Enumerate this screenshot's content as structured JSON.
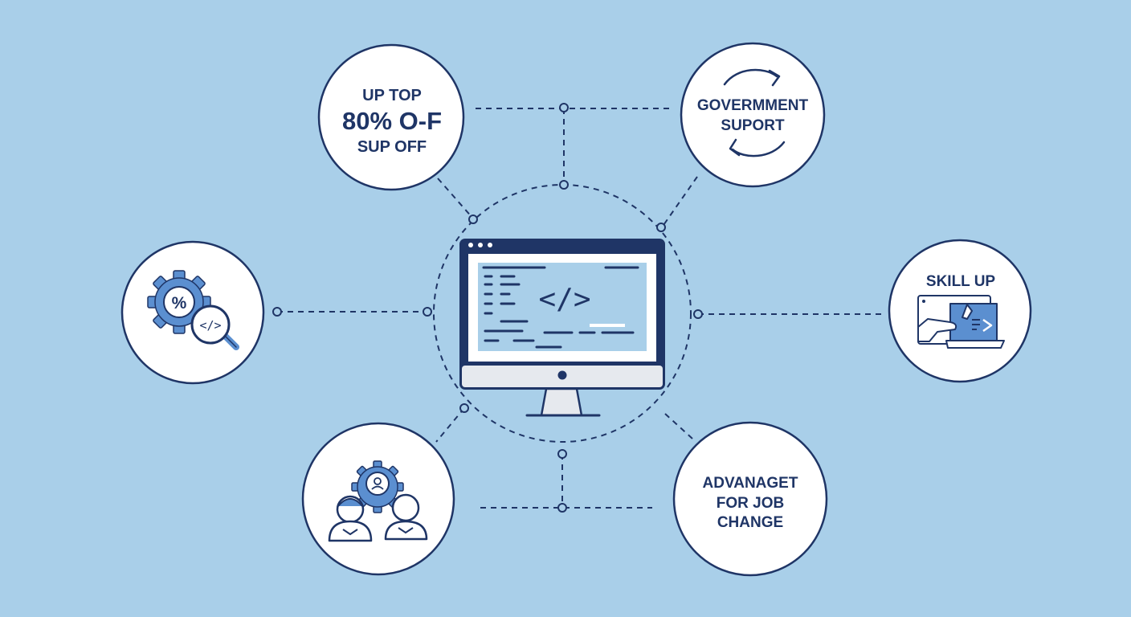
{
  "colors": {
    "background": "#a9cfe9",
    "navy": "#1f3566",
    "accent_blue": "#5b8fd0",
    "circle_fill": "#ffffff",
    "screen_fill": "#a9cfe9"
  },
  "center": {
    "icon": "computer-monitor-code-icon",
    "code_symbol": "</>"
  },
  "nodes": {
    "discount": {
      "lines": [
        "UP TOP",
        "80% O-F",
        "SUP OFF"
      ]
    },
    "government": {
      "lines": [
        "GOVERMMENT",
        "SUPORT"
      ],
      "icon": "refresh-cycle-icon"
    },
    "skill_up": {
      "title": "SKILL UP",
      "icon": "laptop-handshake-icon"
    },
    "advantage": {
      "lines": [
        "ADVANAGET",
        "FOR JOB",
        "CHANGE"
      ]
    },
    "percent_code": {
      "icon": "gear-percent-magnifier-icon",
      "percent": "%",
      "code": "</>"
    },
    "career": {
      "icon": "people-gear-icon"
    }
  }
}
